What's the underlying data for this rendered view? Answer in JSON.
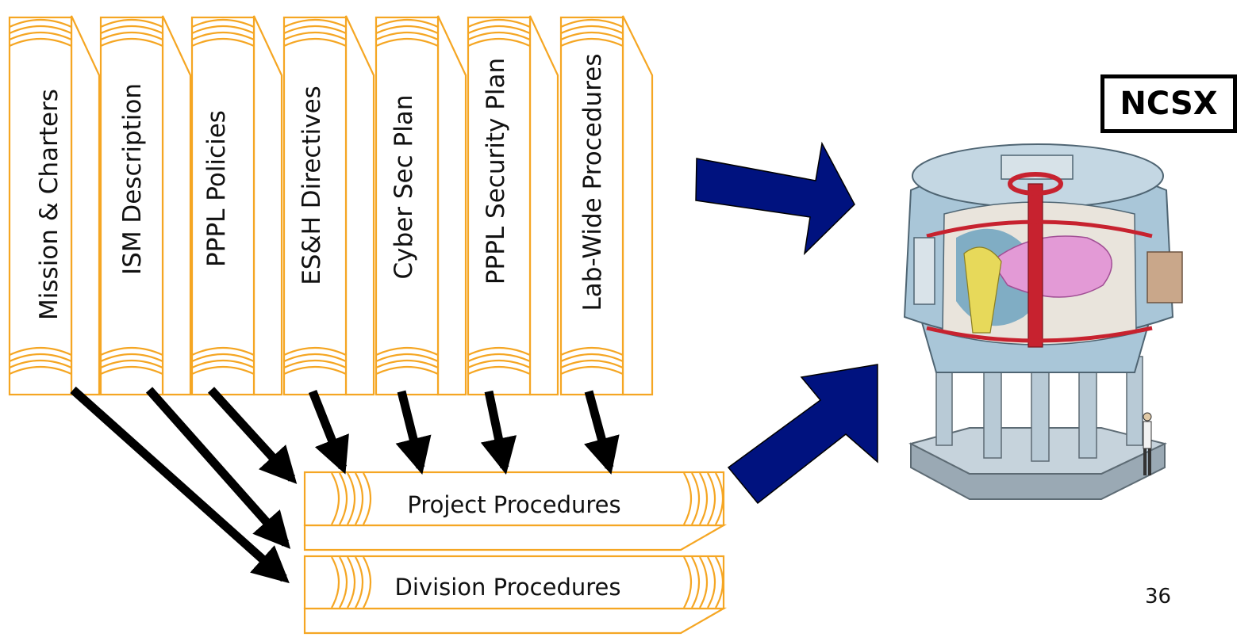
{
  "binders": [
    {
      "label": "Mission & Charters"
    },
    {
      "label": "ISM Description"
    },
    {
      "label": "PPPL Policies"
    },
    {
      "label": "ES&H Directives"
    },
    {
      "label": "Cyber Sec  Plan"
    },
    {
      "label": "PPPL  Security Plan"
    },
    {
      "label": "Lab-Wide Procedures"
    }
  ],
  "procedure_books": [
    {
      "label": "Project Procedures"
    },
    {
      "label": "Division Procedures"
    }
  ],
  "device": {
    "label": "NCSX"
  },
  "page_number": "36",
  "colors": {
    "binder_outline": "#f5a623",
    "big_arrow": "#00127f",
    "small_arrow": "#000000",
    "device_steel": "#a9c6d8"
  }
}
